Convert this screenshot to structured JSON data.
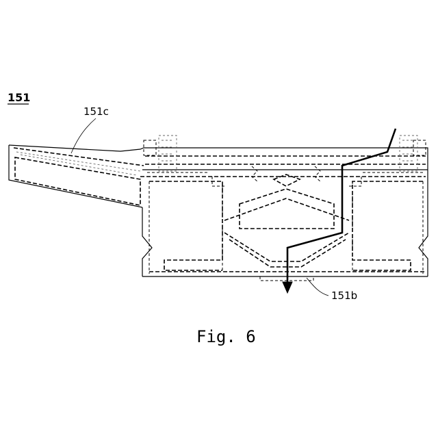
{
  "figure": {
    "caption": "Fig. 6",
    "labels": {
      "part_main": "151",
      "part_c": "151c",
      "part_b": "151b"
    }
  }
}
